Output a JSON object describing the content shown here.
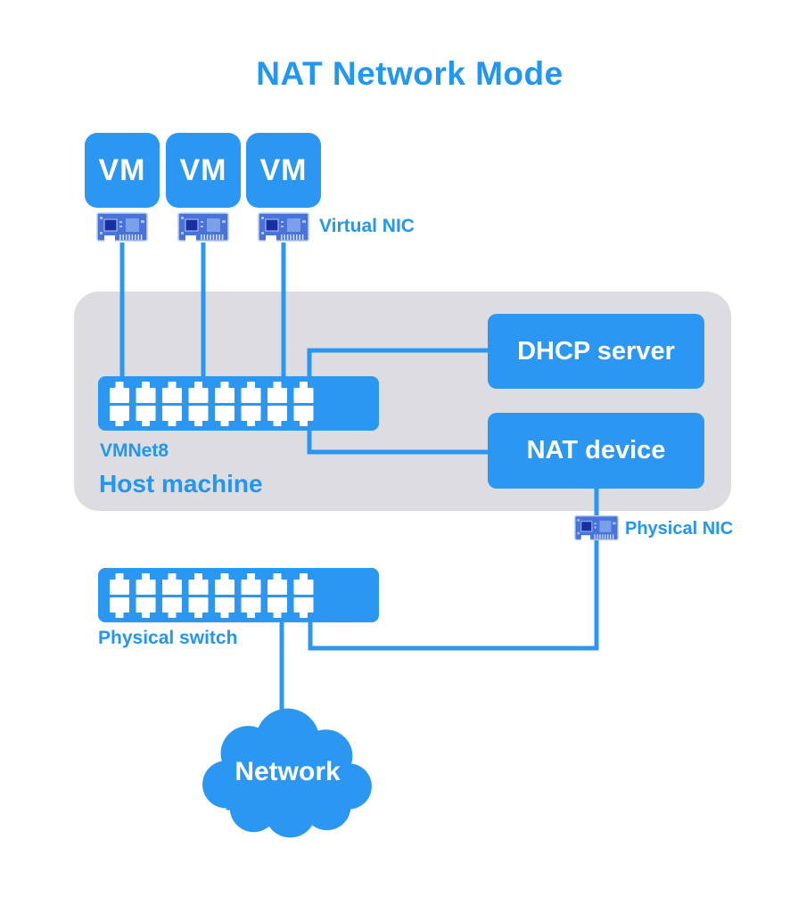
{
  "title": "NAT Network Mode",
  "vms": [
    "VM",
    "VM",
    "VM"
  ],
  "boxes": {
    "dhcp_server": "DHCP server",
    "nat_device": "NAT device"
  },
  "labels": {
    "virtual_nic": "Virtual NIC",
    "vmnet8": "VMNet8",
    "host_machine": "Host machine",
    "physical_nic": "Physical NIC",
    "physical_switch": "Physical switch"
  },
  "cloud": {
    "label": "Network"
  },
  "colors": {
    "accent_blue": "#2b97f2",
    "label_blue": "#2196f3",
    "panel_gray": "#dcdce1",
    "nic_body": "#4a73d9",
    "nic_border": "#b9cdf4",
    "nic_chip": "#16309f",
    "white": "#ffffff"
  }
}
